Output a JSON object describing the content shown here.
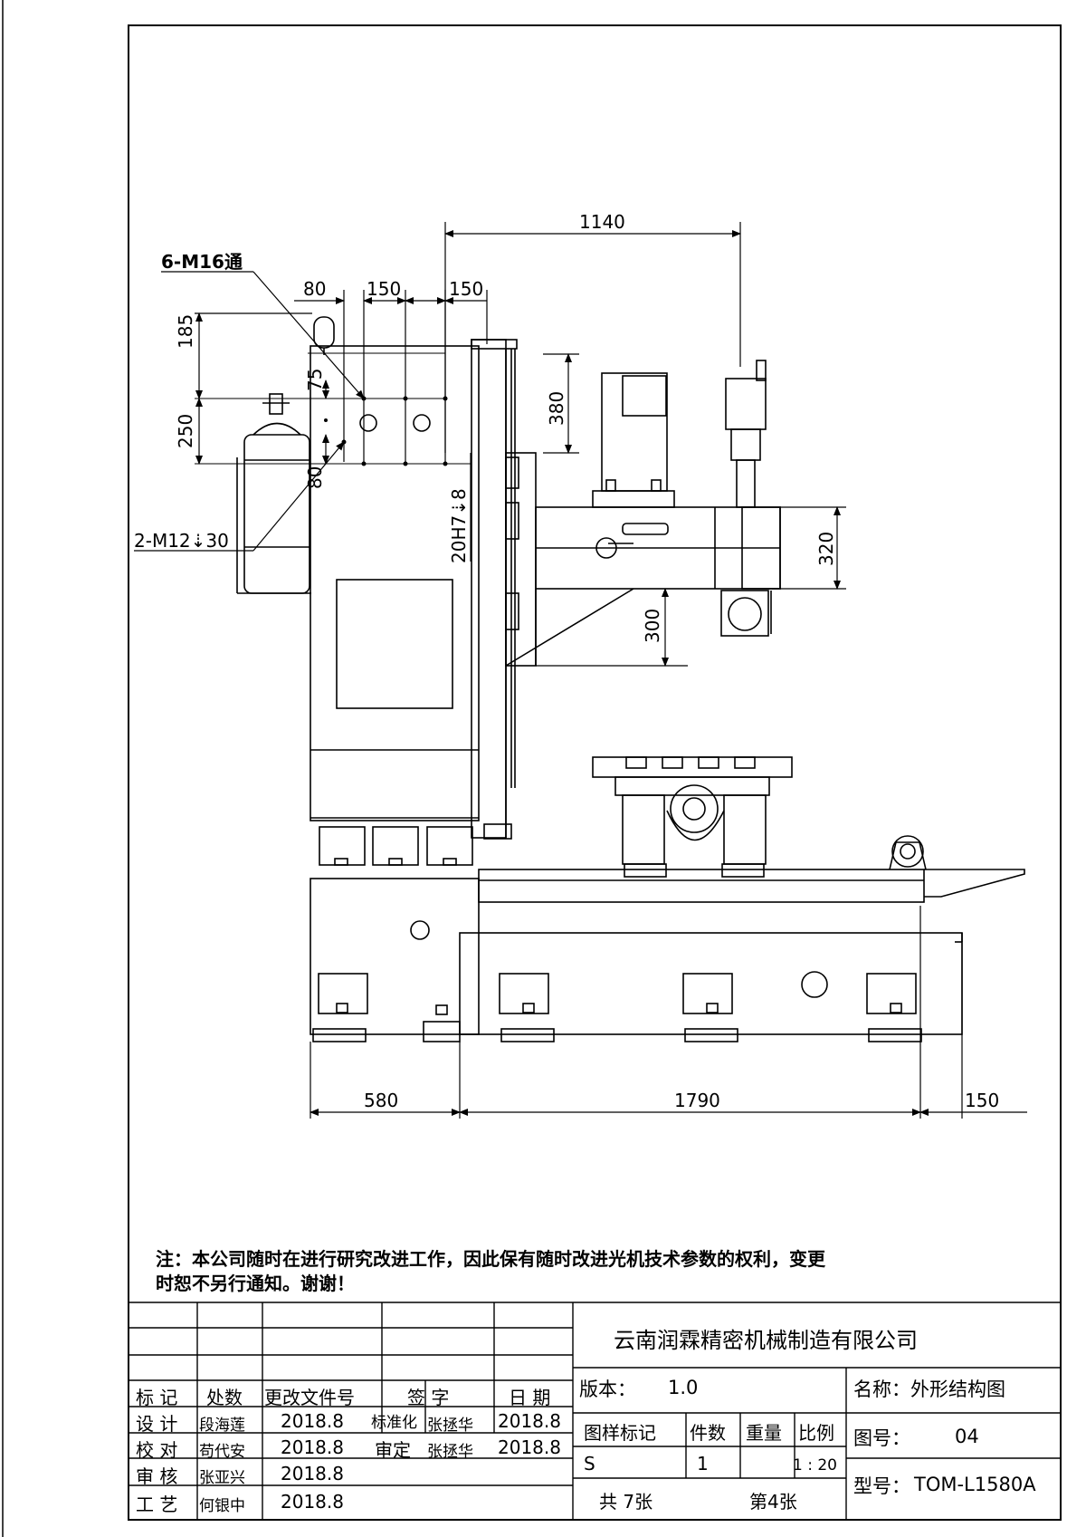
{
  "dimensions": {
    "top_width": "1140",
    "hole_spacing_1": "80",
    "hole_spacing_2": "150",
    "hole_spacing_3": "150",
    "vertical_185": "185",
    "vertical_250": "250",
    "vertical_75": "75",
    "vertical_80": "80",
    "head_380": "380",
    "arm_320": "320",
    "arm_300": "300",
    "pin_hole": "20H7⇣8",
    "base_left": "580",
    "base_mid": "1790",
    "base_right": "150"
  },
  "callouts": {
    "thread_top": "6-M16通",
    "thread_side": "2-M12⇣30"
  },
  "note": {
    "line1": "注：本公司随时在进行研究改进工作，因此保有随时改进光机技术参数的权利，变更",
    "line2": "时恕不另行通知。谢谢！"
  },
  "title_block": {
    "company": "云南润霖精密机械制造有限公司",
    "version_label": "版本：",
    "version_value": "1.0",
    "name_label": "名称：外形结构图",
    "drawing_no_label": "图号：",
    "drawing_no_value": "04",
    "model_label": "型号：",
    "model_value": "TOM-L1580A",
    "headers": {
      "mark": "标 记",
      "zone": "处数",
      "change_doc": "更改文件号",
      "sign": "签  字",
      "date": "日  期",
      "sample_mark": "图样标记",
      "quantity": "件数",
      "weight": "重量",
      "scale": "比例"
    },
    "rows": [
      {
        "role": "设 计",
        "name": "段海莲",
        "date": "2018.8",
        "role2": "标准化",
        "name2": "张拯华",
        "date2": "2018.8"
      },
      {
        "role": "校 对",
        "name": "苟代安",
        "date": "2018.8",
        "role2": "审定",
        "name2": "张拯华",
        "date2": "2018.8"
      },
      {
        "role": "审 核",
        "name": "张亚兴",
        "date": "2018.8"
      },
      {
        "role": "工 艺",
        "name": "何银中",
        "date": "2018.8"
      }
    ],
    "sample_value": "S",
    "quantity_value": "1",
    "scale_value": "1 : 20",
    "total_sheets": "共 7张",
    "sheet_no": "第4张"
  }
}
